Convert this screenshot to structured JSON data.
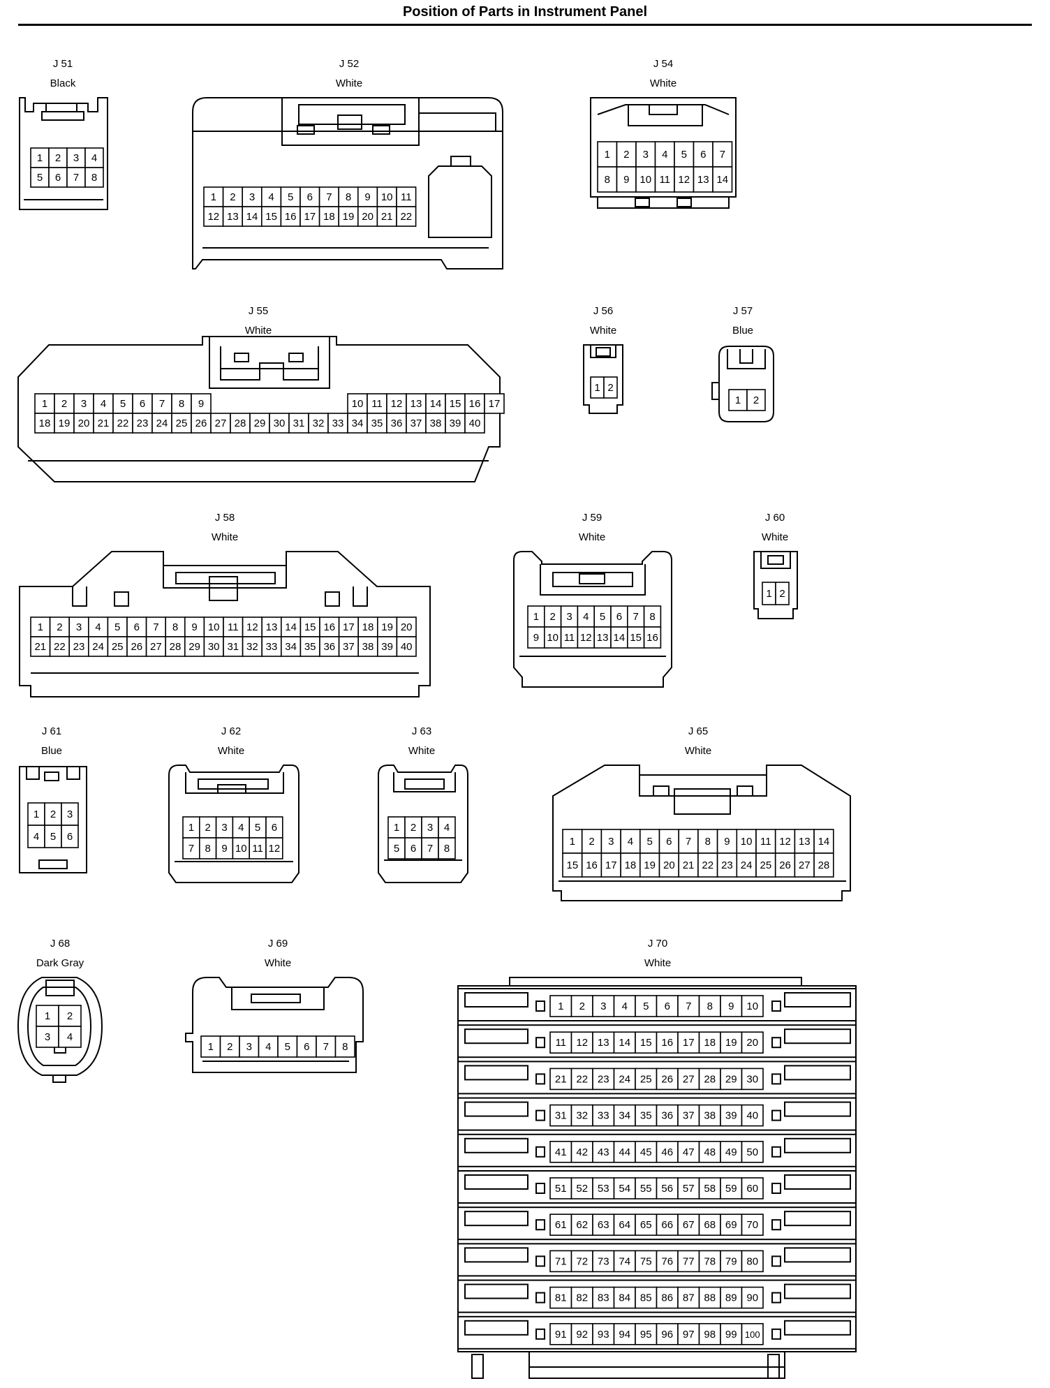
{
  "title": "Position of Parts in Instrument Panel",
  "colors": {
    "ink": "#000000",
    "paper": "#ffffff"
  },
  "connectors": [
    {
      "id": "J 51",
      "color": "Black",
      "rows": [
        [
          "1",
          "2",
          "3",
          "4"
        ],
        [
          "5",
          "6",
          "7",
          "8"
        ]
      ]
    },
    {
      "id": "J 52",
      "color": "White",
      "rows": [
        [
          "1",
          "2",
          "3",
          "4",
          "5",
          "6",
          "7",
          "8",
          "9",
          "10",
          "11"
        ],
        [
          "12",
          "13",
          "14",
          "15",
          "16",
          "17",
          "18",
          "19",
          "20",
          "21",
          "22"
        ]
      ]
    },
    {
      "id": "J 54",
      "color": "White",
      "rows": [
        [
          "1",
          "2",
          "3",
          "4",
          "5",
          "6",
          "7"
        ],
        [
          "8",
          "9",
          "10",
          "11",
          "12",
          "13",
          "14"
        ]
      ]
    },
    {
      "id": "J 55",
      "color": "White",
      "rows": [
        [
          "1",
          "2",
          "3",
          "4",
          "5",
          "6",
          "7",
          "8",
          "9",
          "",
          "",
          "",
          "",
          "",
          "",
          "",
          "10",
          "11",
          "12",
          "13",
          "14",
          "15",
          "16",
          "17"
        ],
        [
          "18",
          "19",
          "20",
          "21",
          "22",
          "23",
          "24",
          "25",
          "26",
          "27",
          "28",
          "29",
          "30",
          "31",
          "32",
          "33",
          "34",
          "35",
          "36",
          "37",
          "38",
          "39",
          "40"
        ]
      ]
    },
    {
      "id": "J 56",
      "color": "White",
      "rows": [
        [
          "1",
          "2"
        ]
      ]
    },
    {
      "id": "J 57",
      "color": "Blue",
      "rows": [
        [
          "1",
          "2"
        ]
      ]
    },
    {
      "id": "J 58",
      "color": "White",
      "rows": [
        [
          "1",
          "2",
          "3",
          "4",
          "5",
          "6",
          "7",
          "8",
          "9",
          "10",
          "11",
          "12",
          "13",
          "14",
          "15",
          "16",
          "17",
          "18",
          "19",
          "20"
        ],
        [
          "21",
          "22",
          "23",
          "24",
          "25",
          "26",
          "27",
          "28",
          "29",
          "30",
          "31",
          "32",
          "33",
          "34",
          "35",
          "36",
          "37",
          "38",
          "39",
          "40"
        ]
      ]
    },
    {
      "id": "J 59",
      "color": "White",
      "rows": [
        [
          "1",
          "2",
          "3",
          "4",
          "5",
          "6",
          "7",
          "8"
        ],
        [
          "9",
          "10",
          "11",
          "12",
          "13",
          "14",
          "15",
          "16"
        ]
      ]
    },
    {
      "id": "J 60",
      "color": "White",
      "rows": [
        [
          "1",
          "2"
        ]
      ]
    },
    {
      "id": "J 61",
      "color": "Blue",
      "rows": [
        [
          "1",
          "2",
          "3"
        ],
        [
          "4",
          "5",
          "6"
        ]
      ]
    },
    {
      "id": "J 62",
      "color": "White",
      "rows": [
        [
          "1",
          "2",
          "3",
          "4",
          "5",
          "6"
        ],
        [
          "7",
          "8",
          "9",
          "10",
          "11",
          "12"
        ]
      ]
    },
    {
      "id": "J 63",
      "color": "White",
      "rows": [
        [
          "1",
          "2",
          "3",
          "4"
        ],
        [
          "5",
          "6",
          "7",
          "8"
        ]
      ]
    },
    {
      "id": "J 65",
      "color": "White",
      "rows": [
        [
          "1",
          "2",
          "3",
          "4",
          "5",
          "6",
          "7",
          "8",
          "9",
          "10",
          "11",
          "12",
          "13",
          "14"
        ],
        [
          "15",
          "16",
          "17",
          "18",
          "19",
          "20",
          "21",
          "22",
          "23",
          "24",
          "25",
          "26",
          "27",
          "28"
        ]
      ]
    },
    {
      "id": "J 68",
      "color": "Dark Gray",
      "rows": [
        [
          "1",
          "2"
        ],
        [
          "3",
          "4"
        ]
      ]
    },
    {
      "id": "J 69",
      "color": "White",
      "rows": [
        [
          "1",
          "2",
          "3",
          "4",
          "5",
          "6",
          "7",
          "8"
        ]
      ]
    },
    {
      "id": "J 70",
      "color": "White",
      "rows": [
        [
          "1",
          "2",
          "3",
          "4",
          "5",
          "6",
          "7",
          "8",
          "9",
          "10"
        ],
        [
          "11",
          "12",
          "13",
          "14",
          "15",
          "16",
          "17",
          "18",
          "19",
          "20"
        ],
        [
          "21",
          "22",
          "23",
          "24",
          "25",
          "26",
          "27",
          "28",
          "29",
          "30"
        ],
        [
          "31",
          "32",
          "33",
          "34",
          "35",
          "36",
          "37",
          "38",
          "39",
          "40"
        ],
        [
          "41",
          "42",
          "43",
          "44",
          "45",
          "46",
          "47",
          "48",
          "49",
          "50"
        ],
        [
          "51",
          "52",
          "53",
          "54",
          "55",
          "56",
          "57",
          "58",
          "59",
          "60"
        ],
        [
          "61",
          "62",
          "63",
          "64",
          "65",
          "66",
          "67",
          "68",
          "69",
          "70"
        ],
        [
          "71",
          "72",
          "73",
          "74",
          "75",
          "76",
          "77",
          "78",
          "79",
          "80"
        ],
        [
          "81",
          "82",
          "83",
          "84",
          "85",
          "86",
          "87",
          "88",
          "89",
          "90"
        ],
        [
          "91",
          "92",
          "93",
          "94",
          "95",
          "96",
          "97",
          "98",
          "99",
          "100"
        ]
      ]
    }
  ]
}
